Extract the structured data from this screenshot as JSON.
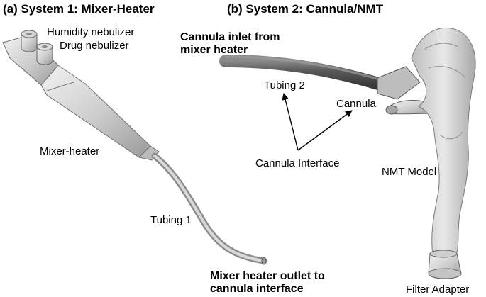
{
  "panel_a": {
    "title": "(a) System 1: Mixer-Heater",
    "labels": {
      "humidity_nebulizer": "Humidity nebulizer",
      "drug_nebulizer": "Drug nebulizer",
      "mixer_heater": "Mixer-heater",
      "tubing_1": "Tubing 1",
      "outlet_line1": "Mixer heater outlet to",
      "outlet_line2": "cannula interface"
    }
  },
  "panel_b": {
    "title": "(b) System 2: Cannula/NMT",
    "labels": {
      "inlet_line1": "Cannula inlet from",
      "inlet_line2": "mixer heater",
      "tubing_2": "Tubing 2",
      "cannula": "Cannula",
      "cannula_interface": "Cannula Interface",
      "nmt_model": "NMT Model",
      "filter_adapter": "Filter Adapter"
    }
  }
}
